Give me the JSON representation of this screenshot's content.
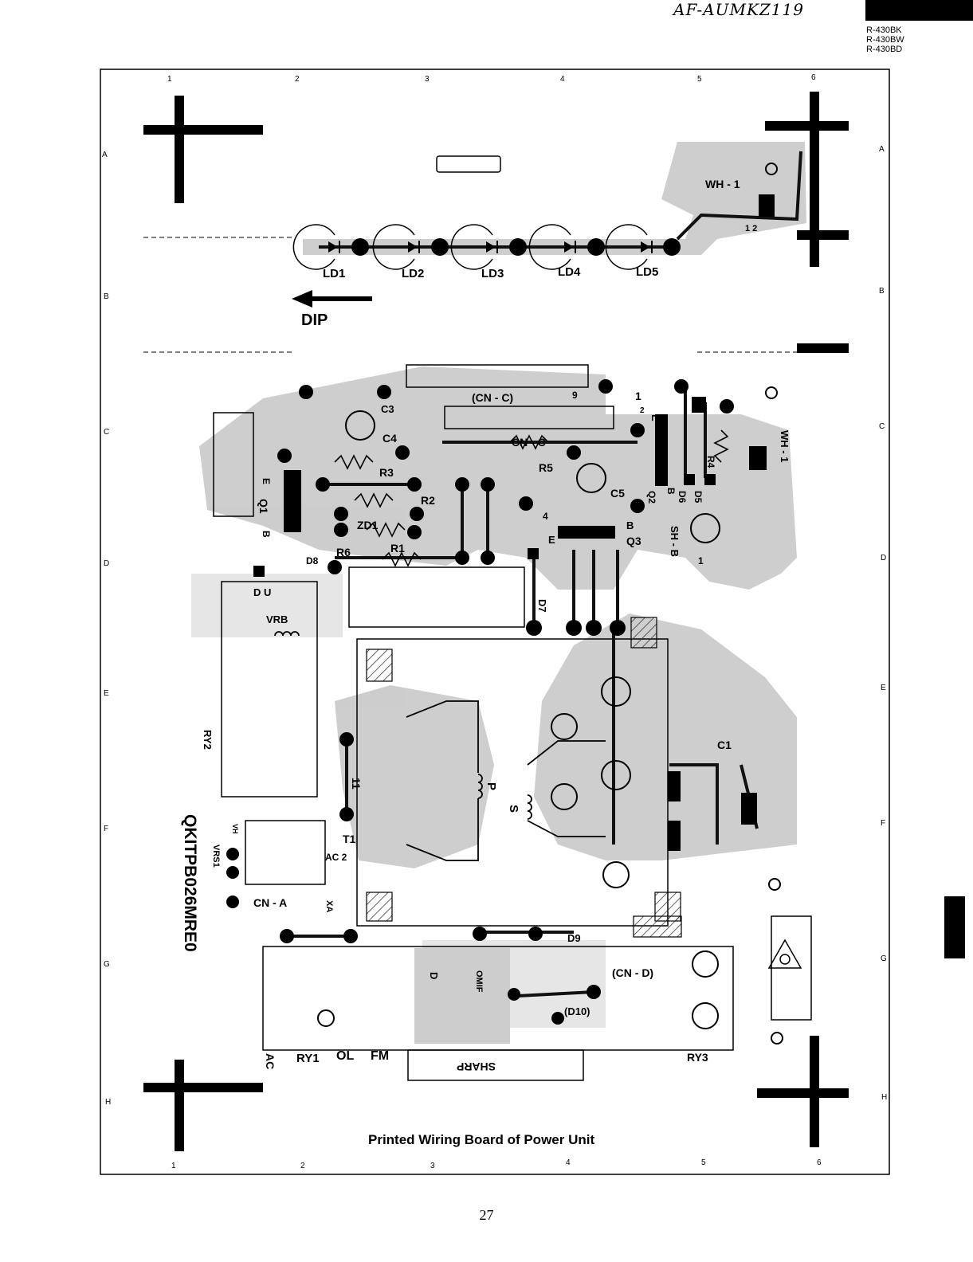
{
  "header": {
    "handwritten_note": "AF-AUMKZ119",
    "models": [
      "R-430BK",
      "R-430BW",
      "R-430BD"
    ]
  },
  "grid": {
    "columns": [
      "1",
      "2",
      "3",
      "4",
      "5",
      "6"
    ],
    "rows": [
      "A",
      "B",
      "C",
      "D",
      "E",
      "F",
      "G",
      "H"
    ]
  },
  "board": {
    "part_number": "QKITPB026MRE0",
    "direction_label": "DIP",
    "silkscreen_brand": "SHARP",
    "leds": [
      "LD1",
      "LD2",
      "LD3",
      "LD4",
      "LD5"
    ],
    "labels": {
      "wh1_top": "WH - 1",
      "wh1_pins": "1 2",
      "wh1_side": "WH - 1",
      "cn_c_paren": "(CN - C)",
      "cn_c": "CN - C",
      "pin_9": "9",
      "pin_1": "1",
      "pin_2": "2",
      "pin_1b": "1",
      "pin_4": "4",
      "c3": "C3",
      "c4": "C4",
      "c5": "C5",
      "c1": "C1",
      "r1": "R1",
      "r2": "R2",
      "r3": "R3",
      "r4": "R4",
      "r5": "R5",
      "r6": "R6",
      "zd1": "ZD1",
      "q1": "Q1",
      "q1_e": "E",
      "q1_b": "B",
      "q2": "Q2",
      "q3": "Q3",
      "q3_b": "B",
      "q3_e": "E",
      "e_top": "E",
      "b_mid": "B",
      "d5": "D5",
      "d6": "D6",
      "d7": "D7",
      "d8": "D8",
      "d9": "D9",
      "d10": "(D10)",
      "sh_b": "SH - B",
      "vrb": "VRB",
      "vrb_letters": "D  U",
      "ry2": "RY2",
      "ry1": "RY1",
      "ry3": "RY3",
      "t1": "T1",
      "t1_num": "11",
      "p": "P",
      "s": "S",
      "ac": "AC",
      "ac2": "AC 2",
      "xa": "XA",
      "vh": "VH",
      "vrs1": "VRS1",
      "cn_a": "CN - A",
      "cn_d": "(CN - D)",
      "ol": "OL",
      "fm": "FM",
      "ac_bottom": "AC",
      "omif": "OMIF",
      "d_small": "D"
    }
  },
  "caption": "Printed Wiring Board of Power Unit",
  "page_number": "27"
}
